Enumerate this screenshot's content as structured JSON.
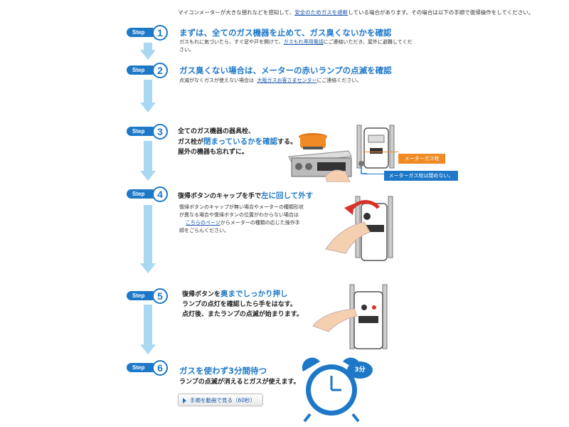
{
  "intro": {
    "pre": "マイコンメーターが大きな揺れなどを感知して、",
    "link": "安全のためガスを遮断",
    "post": "している場合があります。その場合は以下の手順で復帰操作をしてください。"
  },
  "step_label": "Step",
  "steps": [
    {
      "number": "1",
      "title": "まずは、全てのガス機器を止めて、ガス臭くないかを確認",
      "desc_pre": "ガスもれに気づいたら、すぐ窓や戸を開けて、",
      "desc_link": "ガスもれ専用電話",
      "desc_post": "にご連絡いただき、屋外に避難してくだ",
      "desc_line2": "さい。"
    },
    {
      "number": "2",
      "title": "ガス臭くない場合は、メーターの赤いランプの点滅を確認",
      "desc_pre": "点滅がなくガスが使えない場合は",
      "desc_link": "大阪ガスお客さまセンター",
      "desc_post": "にご連絡ください。"
    },
    {
      "number": "3",
      "line1": "全てのガス機器の器具栓、",
      "line2_pre": "ガス栓が",
      "line2_hl": "閉まっているかを確認",
      "line2_post": "する。",
      "line3": "屋外の機器も忘れずに。",
      "label_orange": "メーターガス栓",
      "label_blue": "メーターガス栓は閉めない。"
    },
    {
      "number": "4",
      "title_pre": "復帰ボタンのキャップを手で",
      "title_hl": "左に回して外す",
      "small1": "復帰ボタンのキャップが無い場合やメーターの種類形状",
      "small2": "が異なる場合や復帰ボタンの位置がわからない場合は",
      "small_link": "こちらのページ",
      "small3": "からメーターの種類の応じた操作手",
      "small4": "順をごらんください。"
    },
    {
      "number": "5",
      "line1_pre": "復帰ボタンを",
      "line1_hl": "奥までしっかり押し",
      "line2": "ランプの点灯を確認したら手をはなす。",
      "line3": "点灯後、またランプの点滅が始まります。"
    },
    {
      "number": "6",
      "title": "ガスを使わず3分間待つ",
      "line2": "ランプの点滅が消えるとガスが使えます。",
      "badge": "3分",
      "video_button": "手順を動画で見る（60秒）"
    }
  ],
  "colors": {
    "accent": "#1e78c8",
    "arrow": "#a9d8f2",
    "orange": "#f08a24",
    "highlight": "#1e78c8"
  }
}
